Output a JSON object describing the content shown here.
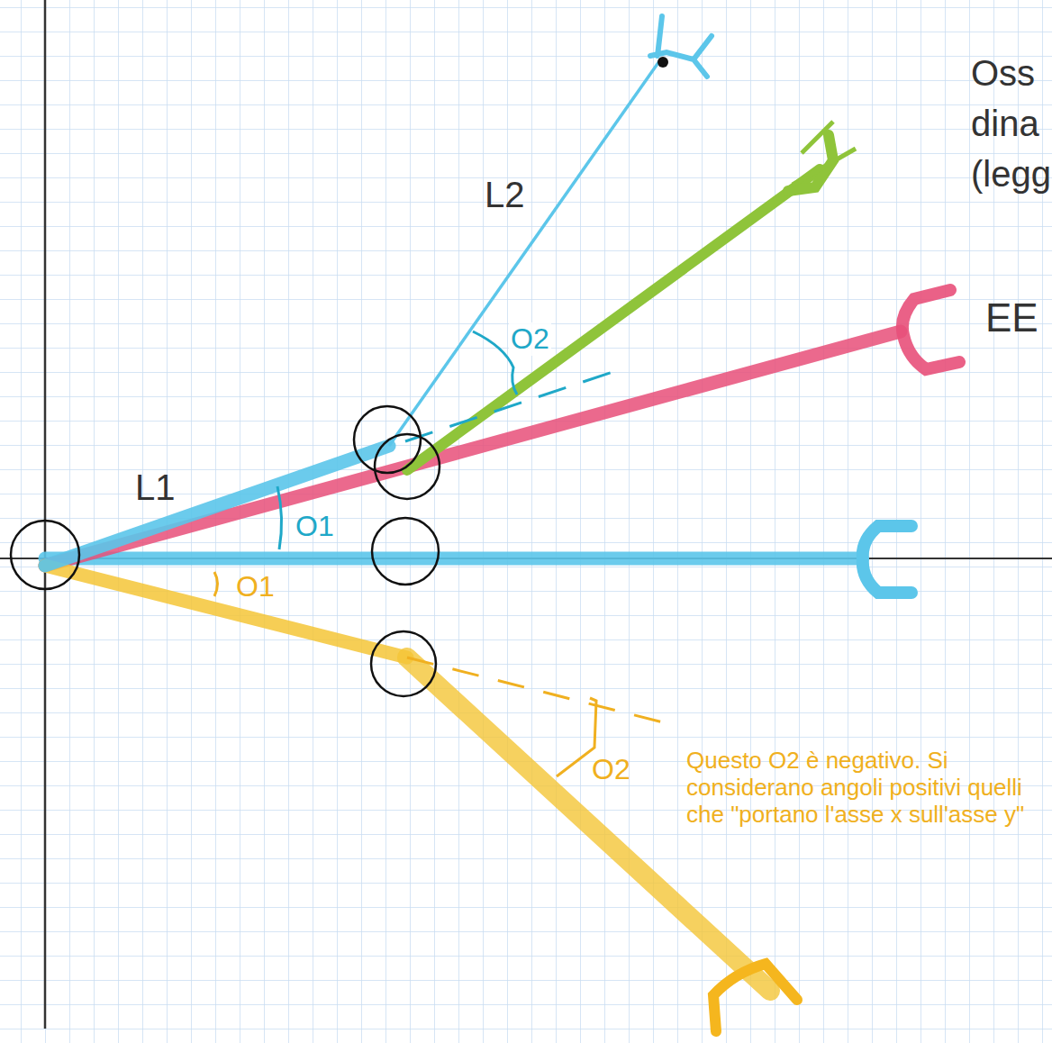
{
  "diagram": {
    "labels": [
      "Oss",
      "dina",
      "(legg",
      "L2",
      "O2",
      "EE",
      "L1",
      "O1",
      "O1",
      "O2",
      "Questo O2 è negativo. Si considerano angoli positivi quelli che \"portano l'asse x sull'asse y\""
    ]
  }
}
